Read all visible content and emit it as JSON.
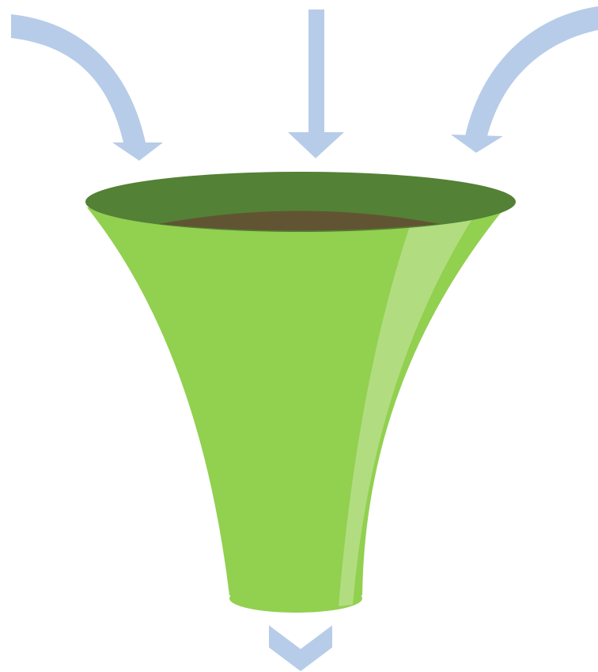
{
  "diagram": {
    "kind": "funnel",
    "inputs": [
      {
        "name": "left-curved-arrow",
        "shape": "curved-arrow"
      },
      {
        "name": "center-straight-arrow",
        "shape": "straight-arrow"
      },
      {
        "name": "right-curved-arrow",
        "shape": "curved-arrow"
      }
    ],
    "output": {
      "name": "output-chevron",
      "shape": "chevron-down"
    }
  },
  "colors": {
    "arrow": "#b7cce8",
    "funnel_body": "#92d050",
    "funnel_highlight": "#b1dd80",
    "funnel_rim": "#538135",
    "funnel_interior": "#615433",
    "background": "#ffffff"
  }
}
